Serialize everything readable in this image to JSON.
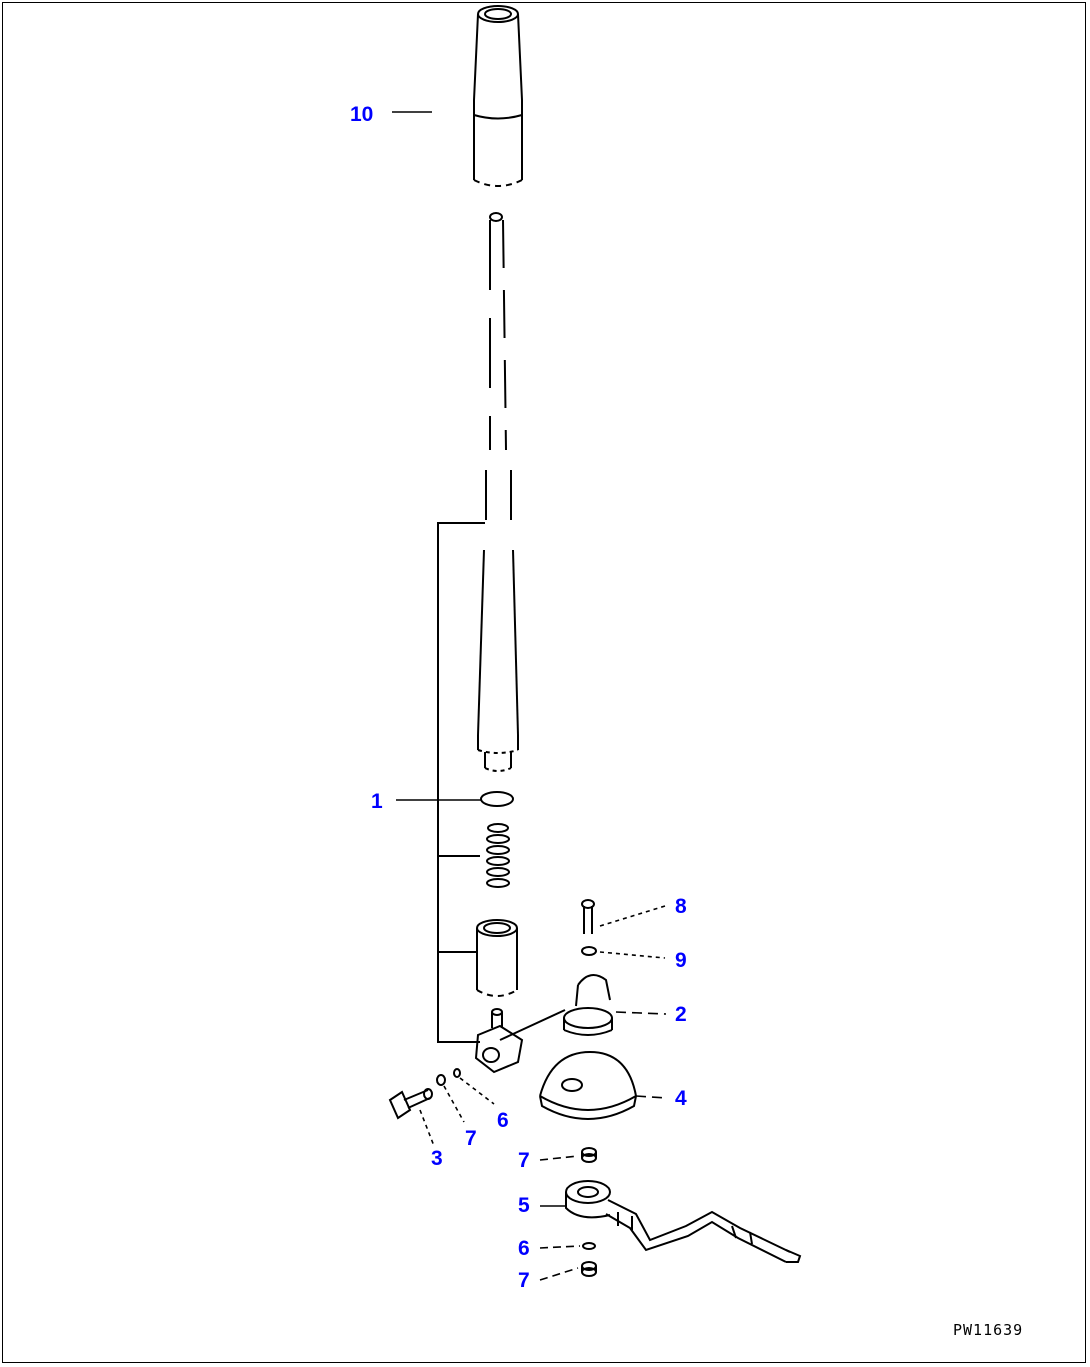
{
  "figure_code": "PW11639",
  "accent_color": "#0000ff",
  "line_color": "#000000",
  "callouts": [
    {
      "id": "c10",
      "label": "10"
    },
    {
      "id": "c1",
      "label": "1"
    },
    {
      "id": "c8",
      "label": "8"
    },
    {
      "id": "c9",
      "label": "9"
    },
    {
      "id": "c2",
      "label": "2"
    },
    {
      "id": "c4",
      "label": "4"
    },
    {
      "id": "c6a",
      "label": "6"
    },
    {
      "id": "c7a",
      "label": "7"
    },
    {
      "id": "c3",
      "label": "3"
    },
    {
      "id": "c7b",
      "label": "7"
    },
    {
      "id": "c5",
      "label": "5"
    },
    {
      "id": "c6b",
      "label": "6"
    },
    {
      "id": "c7c",
      "label": "7"
    }
  ]
}
